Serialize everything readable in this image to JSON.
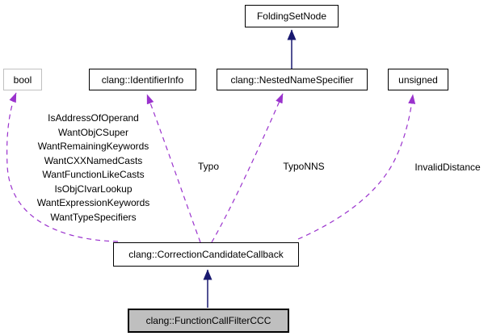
{
  "nodes": {
    "folding_set_node": {
      "label": "FoldingSetNode"
    },
    "bool_type": {
      "label": "bool"
    },
    "identifier_info": {
      "label": "clang::IdentifierInfo"
    },
    "nested_name_specifier": {
      "label": "clang::NestedNameSpecifier"
    },
    "unsigned_type": {
      "label": "unsigned"
    },
    "correction_candidate_callback": {
      "label": "clang::CorrectionCandidateCallback"
    },
    "function_call_filter_ccc": {
      "label": "clang::FunctionCallFilterCCC"
    }
  },
  "edges": {
    "bool_members": {
      "labels": [
        "IsAddressOfOperand",
        "WantObjCSuper",
        "WantRemainingKeywords",
        "WantCXXNamedCasts",
        "WantFunctionLikeCasts",
        "IsObjCIvarLookup",
        "WantExpressionKeywords",
        "WantTypeSpecifiers"
      ]
    },
    "typo": {
      "label": "Typo"
    },
    "typo_nns": {
      "label": "TypoNNS"
    },
    "invalid_distance": {
      "label": "InvalidDistance"
    }
  },
  "colors": {
    "inheritance_arrow": "#191970",
    "usage_arrow": "#9a32cd",
    "node_border": "#000000",
    "external_node_border": "#c0c0c0",
    "highlight_fill": "#bfbfbf",
    "node_fill": "#ffffff",
    "background": "#ffffff"
  }
}
